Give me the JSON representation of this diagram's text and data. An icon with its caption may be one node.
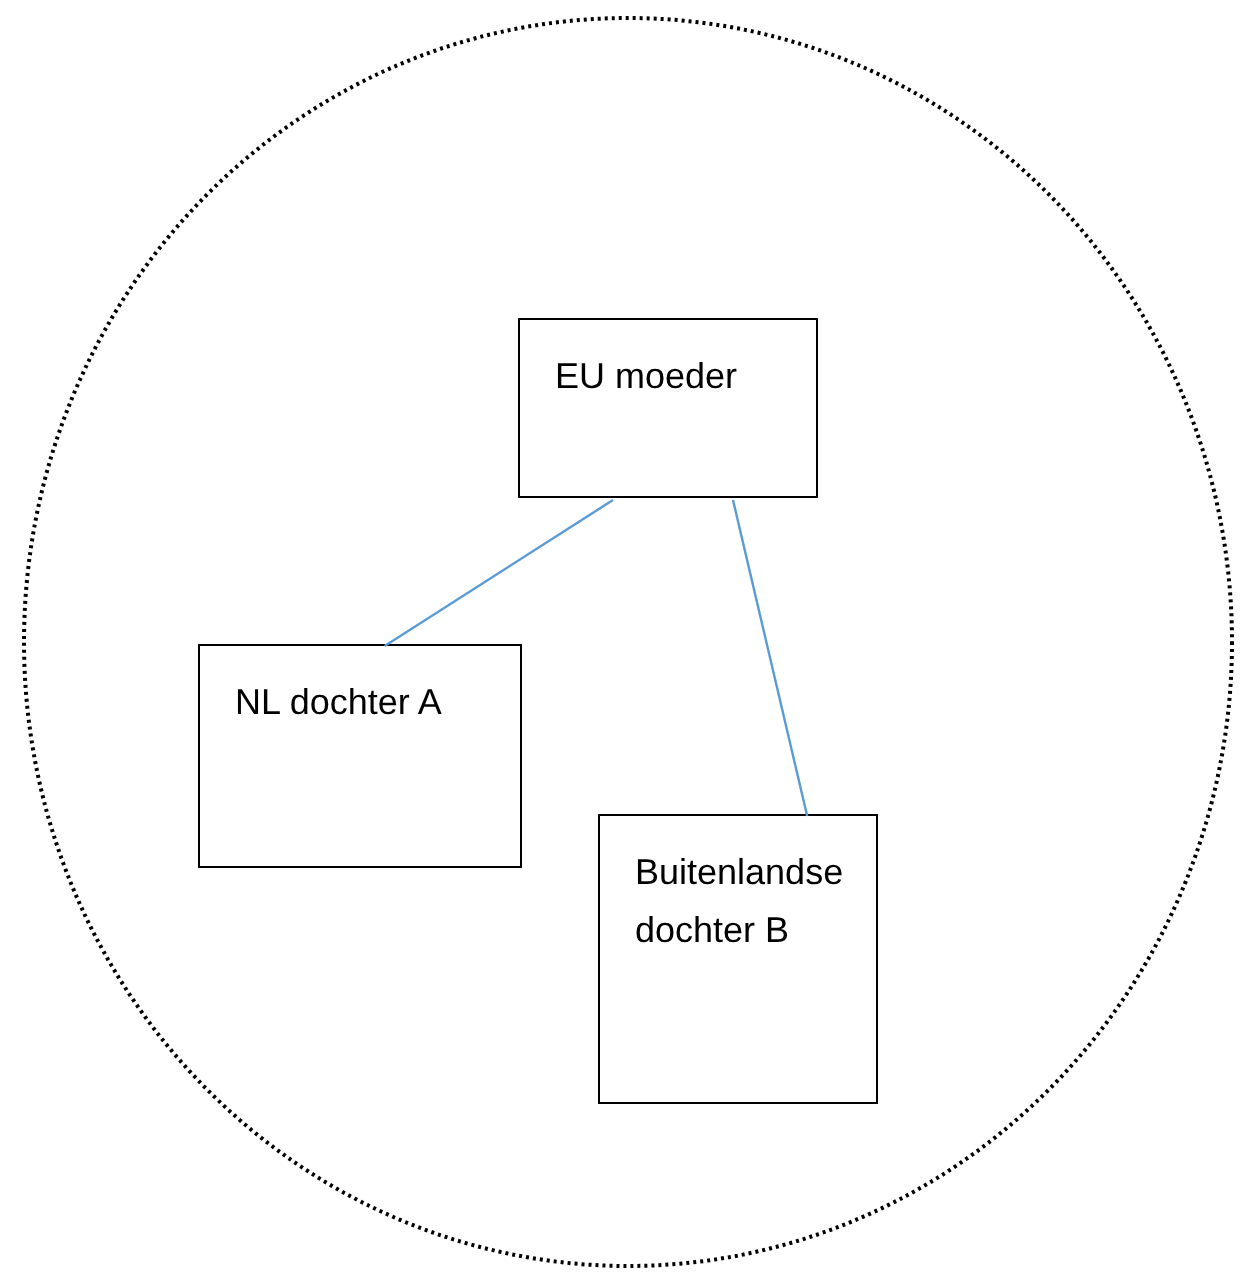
{
  "diagram": {
    "nodes": [
      {
        "text": [],
        "shape": "circle"
      },
      {
        "text": [
          "EU moeder"
        ],
        "in": 0
      },
      {
        "text": [
          "NL dochter A"
        ],
        "in": 0
      },
      {
        "text": [
          "Buitenlandse dochter B"
        ],
        "in": 0
      }
    ],
    "edges": [
      {
        "from": 1,
        "to": 2,
        "arrow": "none"
      },
      {
        "from": 1,
        "to": 3,
        "arrow": "none"
      }
    ]
  }
}
